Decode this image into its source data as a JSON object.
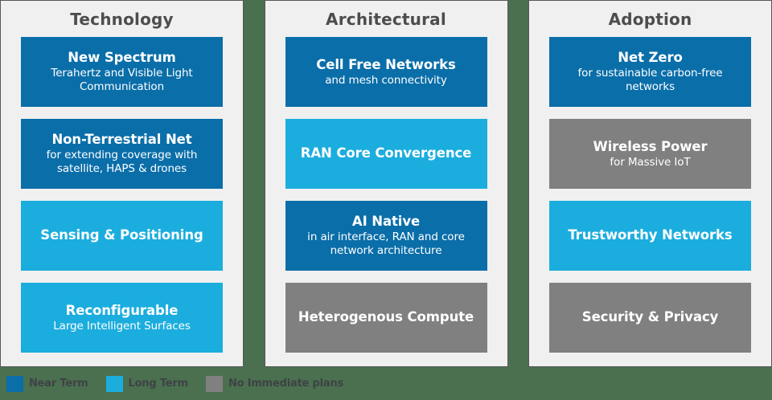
{
  "background_color": "#4a7050",
  "panel_background": "#f0f0f0",
  "panel_border": "#575757",
  "colors": {
    "near_term": "#0a6ea9",
    "long_term": "#1badde",
    "no_immediate_plans": "#808080",
    "title_text": "#4d4d4d",
    "legend_text": "#3f4245",
    "card_text": "#ffffff"
  },
  "columns": [
    {
      "title": "Technology",
      "cards": [
        {
          "title": "New Spectrum",
          "subtitle": "Terahertz and Visible Light Communication",
          "status": "near_term",
          "color": "#0a6ea9"
        },
        {
          "title": "Non-Terrestrial Net",
          "subtitle": "for extending coverage with satellite, HAPS & drones",
          "status": "near_term",
          "color": "#0a6ea9"
        },
        {
          "title": "Sensing & Positioning",
          "subtitle": "",
          "status": "long_term",
          "color": "#1badde"
        },
        {
          "title": "Reconfigurable",
          "subtitle": "Large Intelligent Surfaces",
          "status": "long_term",
          "color": "#1badde"
        }
      ]
    },
    {
      "title": "Architectural",
      "cards": [
        {
          "title": "Cell Free Networks",
          "subtitle": "and mesh connectivity",
          "status": "near_term",
          "color": "#0a6ea9"
        },
        {
          "title": "RAN Core Convergence",
          "subtitle": "",
          "status": "long_term",
          "color": "#1badde"
        },
        {
          "title": "AI Native",
          "subtitle": "in air interface, RAN and core network architecture",
          "status": "near_term",
          "color": "#0a6ea9"
        },
        {
          "title": "Heterogenous Compute",
          "subtitle": "",
          "status": "no_immediate_plans",
          "color": "#808080"
        }
      ]
    },
    {
      "title": "Adoption",
      "cards": [
        {
          "title": "Net Zero",
          "subtitle": "for sustainable carbon-free networks",
          "status": "near_term",
          "color": "#0a6ea9"
        },
        {
          "title": "Wireless Power",
          "subtitle": "for Massive IoT",
          "status": "no_immediate_plans",
          "color": "#808080"
        },
        {
          "title": "Trustworthy Networks",
          "subtitle": "",
          "status": "long_term",
          "color": "#1badde"
        },
        {
          "title": "Security & Privacy",
          "subtitle": "",
          "status": "no_immediate_plans",
          "color": "#808080"
        }
      ]
    }
  ],
  "legend": [
    {
      "label": "Near Term",
      "color": "#0a6ea9"
    },
    {
      "label": "Long Term",
      "color": "#1badde"
    },
    {
      "label": "No Immediate plans",
      "color": "#808080"
    }
  ]
}
